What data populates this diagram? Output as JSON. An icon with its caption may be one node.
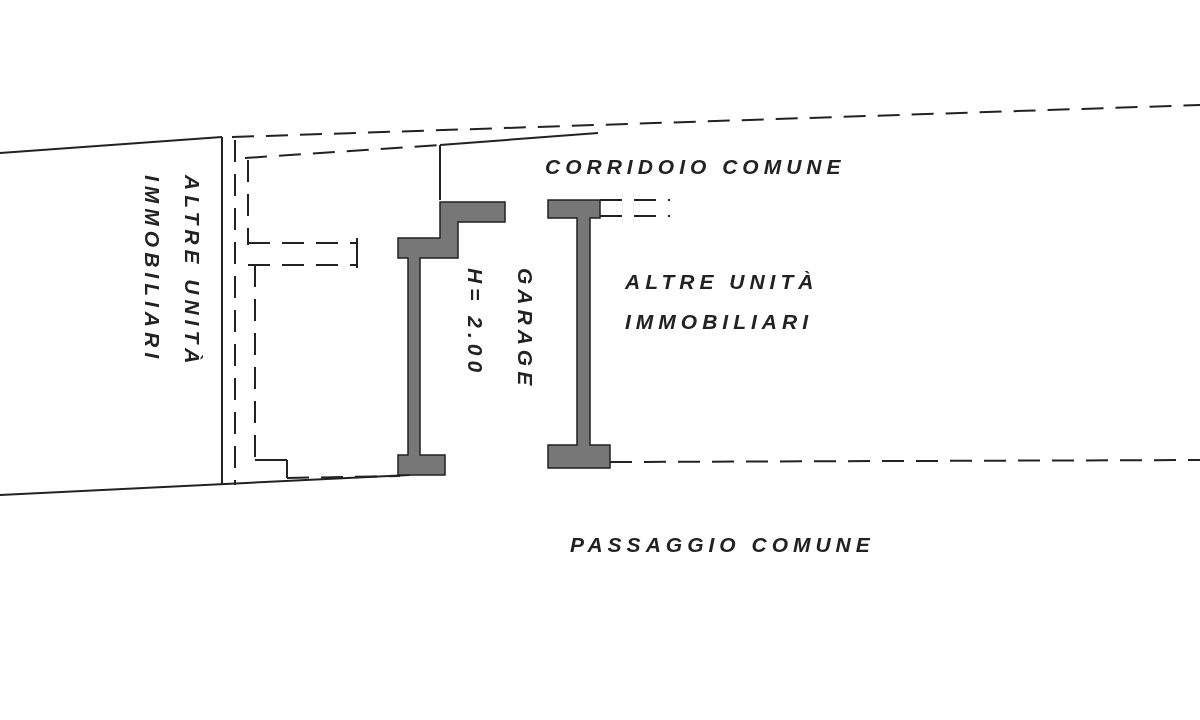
{
  "diagram": {
    "labels": [
      "CORRIDOIO COMUNE",
      "ALTRE UNITÀ IMMOBILIARI",
      "GARAGE",
      "H= 2.00",
      "ALTRE UNITÀ IMMOBILIARI",
      "PASSAGGIO COMUNE"
    ]
  }
}
